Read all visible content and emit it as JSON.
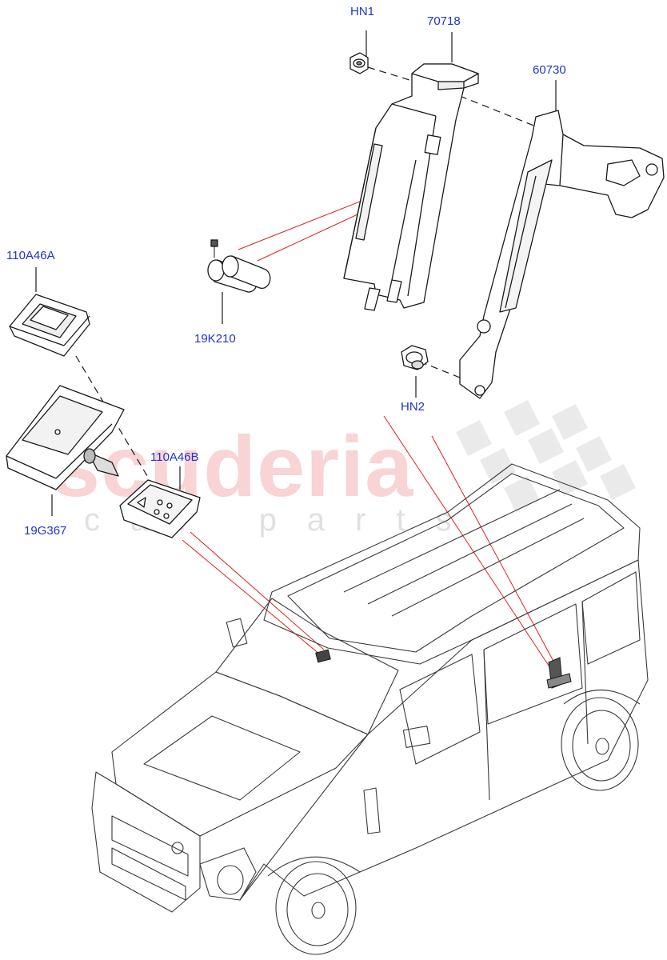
{
  "callouts": {
    "hn1": "HN1",
    "p70718": "70718",
    "p60730": "60730",
    "p110A46A": "110A46A",
    "p19K210": "19K210",
    "hn2": "HN2",
    "p110A46B": "110A46B",
    "p19G367": "19G367"
  },
  "watermark": {
    "main": "scuderia",
    "sub": "car parts"
  },
  "colors": {
    "callout": "#2233cc",
    "leader_red": "#e02020",
    "outline": "#1a1a1a",
    "watermark": "#f6c6c6"
  }
}
